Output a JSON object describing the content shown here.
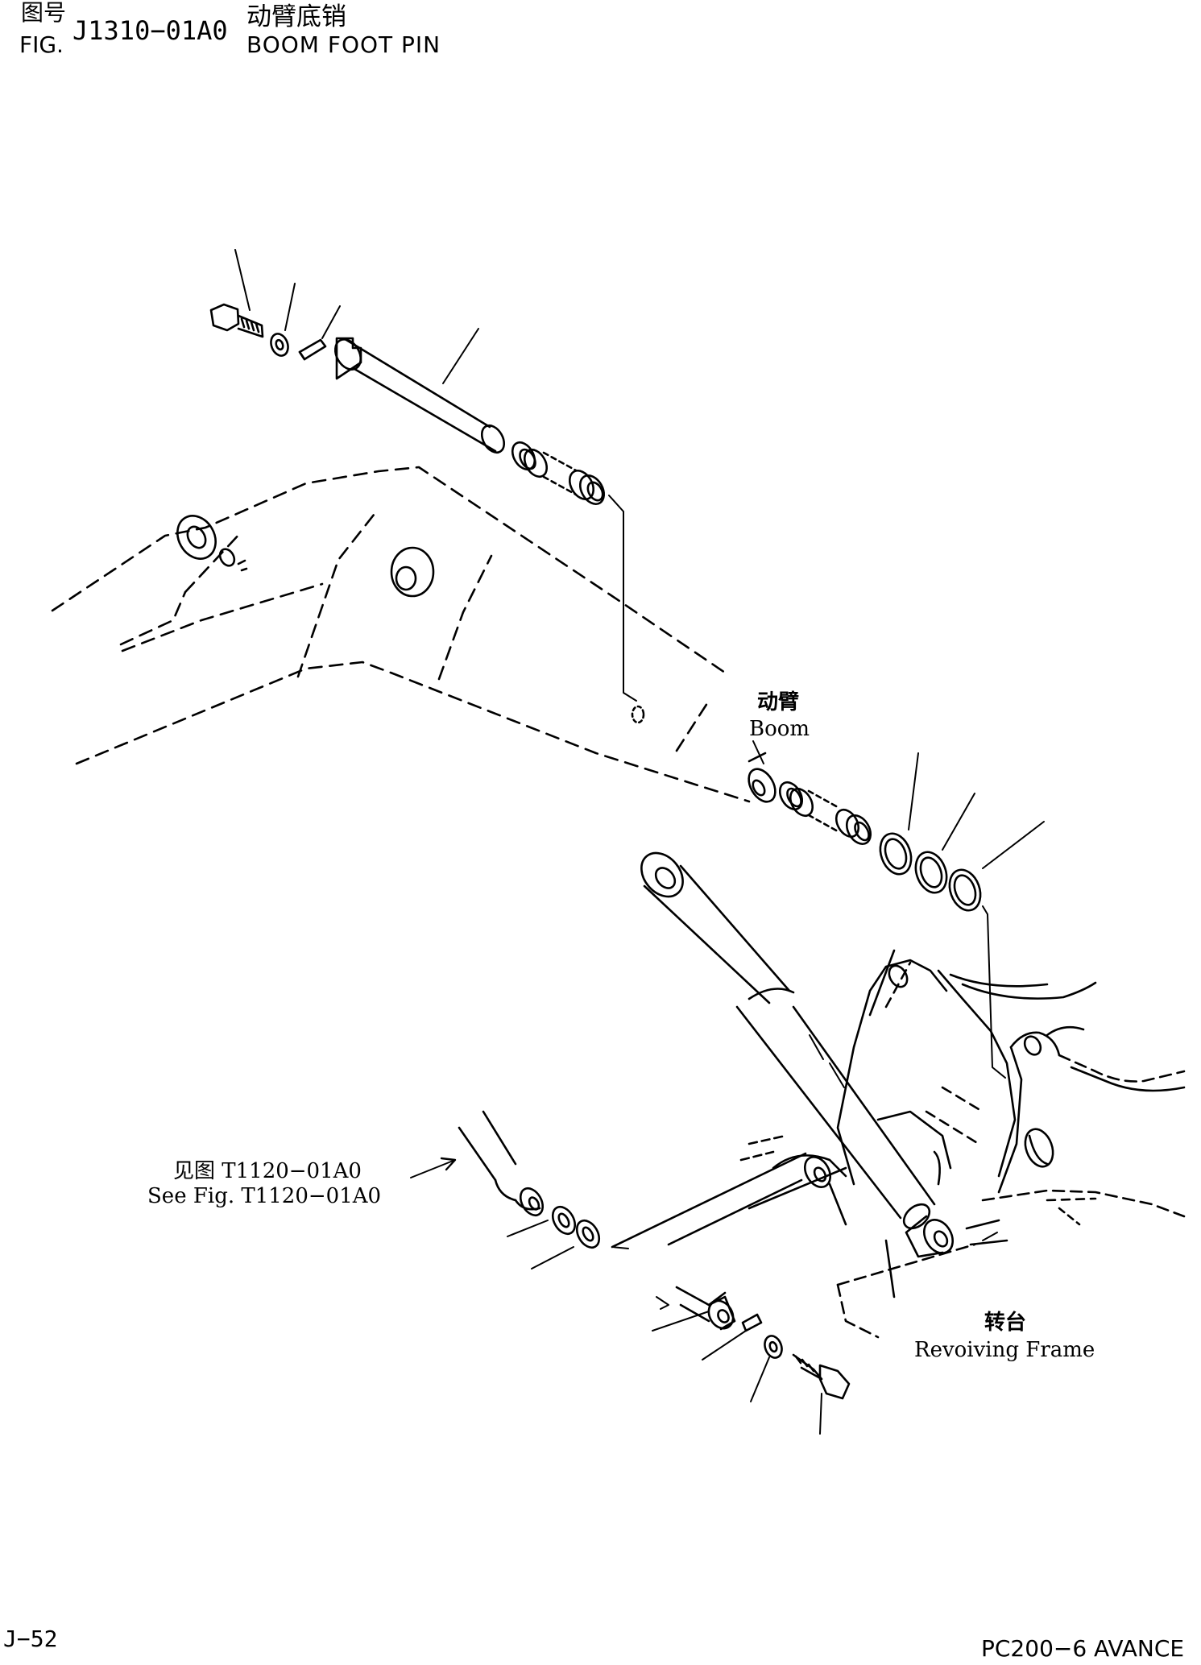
{
  "header": {
    "fig_label_cn": "图号",
    "fig_label_en": "FIG.",
    "fig_number": "J1310−01A0",
    "title_cn": "动臂底销",
    "title_en": "BOOM FOOT PIN"
  },
  "labels": {
    "boom_cn": "动臂",
    "boom_en": "Boom",
    "see_fig_cn": "见图 T1120−01A0",
    "see_fig_en": "See Fig. T1120−01A0",
    "frame_cn": "转台",
    "frame_en": "Revoiving Frame"
  },
  "footer": {
    "page": "J−52",
    "model": "PC200−6 AVANCE"
  }
}
